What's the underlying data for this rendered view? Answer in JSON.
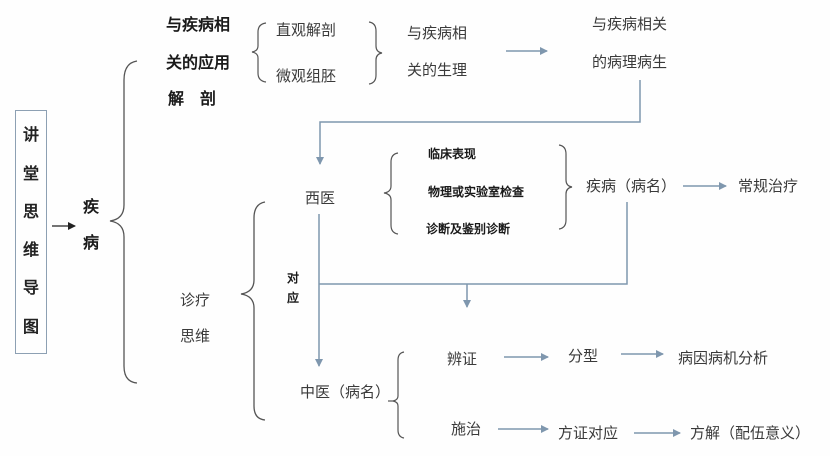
{
  "colors": {
    "arrow": "#7f97ae",
    "brace": "#555555",
    "box_border": "#8da0b3",
    "text": "#3a3a3a"
  },
  "title_box": {
    "chars": [
      "讲",
      "堂",
      "思",
      "维",
      "导",
      "图"
    ]
  },
  "disease": {
    "chars": [
      "疾",
      "病"
    ]
  },
  "anatomy": {
    "lines": [
      "与疾病相",
      "关的应用",
      "解　剖"
    ],
    "items": [
      "直观解剖",
      "微观组胚"
    ],
    "physiology": [
      "与疾病相",
      "关的生理"
    ],
    "pathophysiology": [
      "与疾病相关",
      "的病理病生"
    ]
  },
  "western": {
    "label": "西医",
    "items": [
      "临床表现",
      "物理或实验室检查",
      "诊断及鉴别诊断"
    ],
    "disease_name": "疾病（病名）",
    "treatment": "常规治疗"
  },
  "correspond": {
    "chars": [
      "对",
      "应"
    ]
  },
  "diagnostic_thinking": {
    "lines": [
      "诊疗",
      "思维"
    ]
  },
  "tcm": {
    "label": "中医（病名）",
    "branch1": {
      "label": "辨证",
      "step1": "分型",
      "step2": "病因病机分析"
    },
    "branch2": {
      "label": "施治",
      "step1": "方证对应",
      "step2": "方解（配伍意义）"
    }
  }
}
